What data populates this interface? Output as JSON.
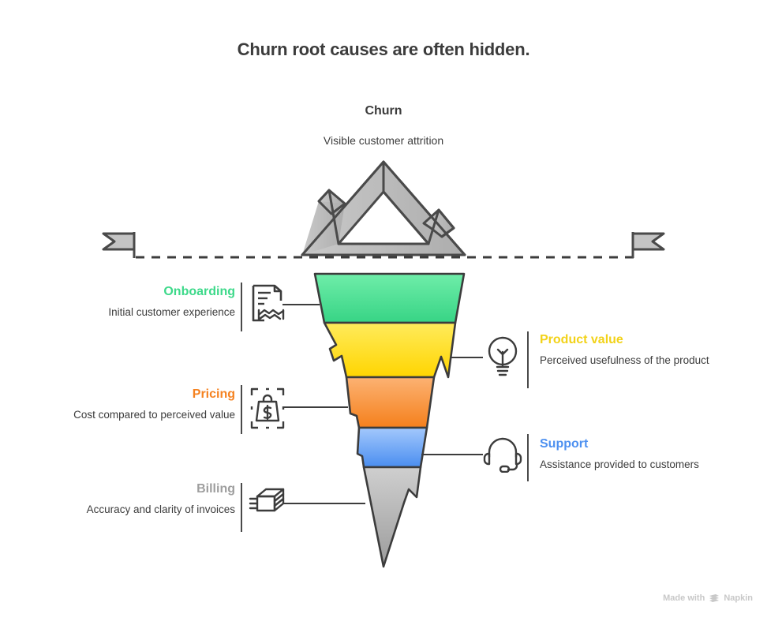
{
  "title": "Churn root causes are often hidden.",
  "visible": {
    "label": "Churn",
    "description": "Visible customer attrition",
    "icon": "mountain-peak-icon"
  },
  "waterline": {
    "left_marker_icon": "flag-left-icon",
    "right_marker_icon": "flag-right-icon"
  },
  "layers": [
    {
      "id": "onboarding",
      "label": "Onboarding",
      "description": "Initial customer experience",
      "color": "#3DD98A",
      "color_light": "#6CEBA6",
      "side": "left",
      "icon": "document-handshake-icon"
    },
    {
      "id": "product-value",
      "label": "Product value",
      "description": "Perceived usefulness of the product",
      "color": "#FFD900",
      "color_light": "#FFE84D",
      "side": "right",
      "icon": "lightbulb-icon"
    },
    {
      "id": "pricing",
      "label": "Pricing",
      "description": "Cost compared to perceived value",
      "color": "#F58220",
      "color_light": "#FBAE6B",
      "side": "left",
      "icon": "price-tag-dollar-icon"
    },
    {
      "id": "support",
      "label": "Support",
      "description": "Assistance provided to customers",
      "color": "#4D90F0",
      "color_light": "#9CC4FB",
      "side": "right",
      "icon": "headset-icon"
    },
    {
      "id": "billing",
      "label": "Billing",
      "description": "Accuracy and clarity of invoices",
      "color": "#9E9E9E",
      "color_light": "#C4C4C4",
      "side": "left",
      "icon": "invoice-stack-icon"
    }
  ],
  "watermark": {
    "text_before": "Made with",
    "brand": "Napkin",
    "icon": "napkin-logo-icon"
  }
}
